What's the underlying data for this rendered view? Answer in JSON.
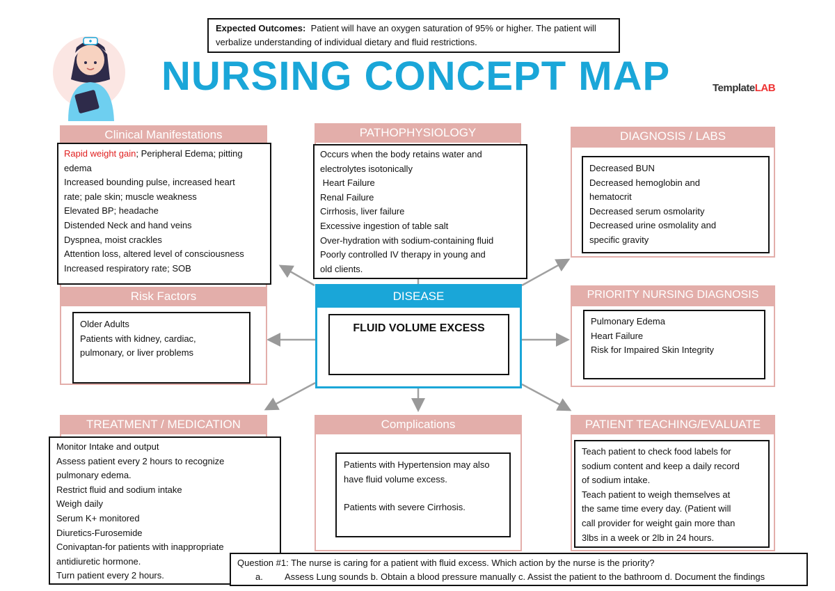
{
  "outcomes": {
    "label": "Expected Outcomes:",
    "text": "Patient will have an oxygen saturation of 95% or higher.  The patient will verbalize understanding of individual dietary and fluid restrictions."
  },
  "title": "NURSING CONCEPT MAP",
  "logo": {
    "part1": "Template",
    "part2": "LAB"
  },
  "colors": {
    "pink": "#e3aeaa",
    "blue": "#1aa6d8",
    "red": "#e02020"
  },
  "clinical": {
    "header": "Clinical Manifestations",
    "first_red": "Rapid weight gain",
    "first_rest": "; Peripheral Edema; pitting",
    "lines": [
      "edema",
      "Increased bounding pulse, increased heart",
      "rate; pale skin; muscle weakness",
      "Elevated BP; headache",
      "Distended Neck and hand veins",
      "Dyspnea, moist crackles",
      "Attention loss, altered level of consciousness",
      "Increased respiratory rate; SOB"
    ]
  },
  "patho": {
    "header": "PATHOPHYSIOLOGY",
    "lines": [
      "Occurs when the body retains water and",
      "electrolytes isotonically",
      " Heart Failure",
      "Renal Failure",
      "Cirrhosis, liver failure",
      "Excessive ingestion of table salt",
      "Over-hydration with sodium-containing fluid",
      "Poorly controlled IV therapy in young and",
      "old clients."
    ]
  },
  "diagnosis": {
    "header": "DIAGNOSIS / LABS",
    "lines": [
      "Decreased BUN",
      "Decreased hemoglobin and",
      "hematocrit",
      "Decreased serum osmolarity",
      "Decreased urine osmolality and",
      "specific gravity"
    ]
  },
  "risk": {
    "header": "Risk Factors",
    "lines": [
      "Older Adults",
      "Patients with kidney, cardiac,",
      "pulmonary, or liver problems"
    ]
  },
  "disease": {
    "header": "DISEASE",
    "name": "FLUID VOLUME EXCESS"
  },
  "priority": {
    "header": "PRIORITY NURSING DIAGNOSIS",
    "lines": [
      "Pulmonary Edema",
      "Heart Failure",
      "Risk for Impaired Skin Integrity"
    ]
  },
  "treatment": {
    "header": "TREATMENT / MEDICATION",
    "lines": [
      "Monitor Intake and output",
      "Assess patient every 2 hours to recognize",
      "pulmonary edema.",
      "Restrict fluid and sodium intake",
      "Weigh daily",
      "Serum K+ monitored",
      "Diuretics-Furosemide",
      "Conivaptan-for patients with inappropriate",
      "antidiuretic hormone.",
      "Turn patient every 2 hours."
    ]
  },
  "complications": {
    "header": "Complications",
    "line1": "Patients with Hypertension may also",
    "line2": "have fluid volume excess.",
    "line3": "Patients with severe Cirrhosis."
  },
  "teaching": {
    "header": "PATIENT TEACHING/EVALUATE",
    "lines": [
      "Teach patient to check food labels for",
      "sodium content and keep a daily record",
      "of sodium intake.",
      "Teach patient to weigh themselves at",
      "the same time every day. (Patient will",
      "call provider for weight gain more than",
      "3lbs in a week or 2lb in 24 hours."
    ]
  },
  "question": {
    "prompt": "Question #1: The nurse is caring for a patient with fluid excess.  Which action by the nurse is the priority?",
    "marker": "a.",
    "options": "Assess Lung sounds  b. Obtain a blood pressure manually c. Assist the patient to the bathroom d. Document the findings"
  }
}
